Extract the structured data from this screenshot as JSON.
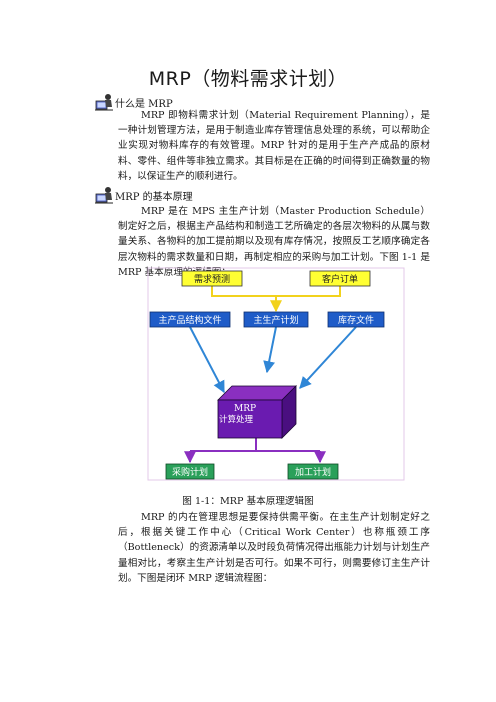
{
  "title": "MRP（物料需求计划）",
  "sections": [
    {
      "heading": "什么是 MRP",
      "text": "MRP 即物料需求计划（Material Requirement Planning），是一种计划管理方法，是用于制造业库存管理信息处理的系统，可以帮助企业实现对物料库存的有效管理。MRP 针对的是用于生产产成品的原材料、零件、组件等非独立需求。其目标是在正确的时间得到正确数量的物料，以保证生产的顺利进行。"
    },
    {
      "heading": "MRP 的基本原理",
      "text": "MRP 是在 MPS 主生产计划（Master Production Schedule）制定好之后，根据主产品结构和制造工艺所确定的各层次物料的从属与数量关系、各物料的加工提前期以及现有库存情况，按照反工艺顺序确定各层次物料的需求数量和日期，再制定相应的采购与加工计划。下图 1-1 是 MRP 基本原理的逻辑图："
    }
  ],
  "diagram": {
    "demand_forecast": "需求预测",
    "customer_order": "客户订单",
    "bom_file": "主产品结构文件",
    "mps": "主生产计划",
    "inventory_file": "库存文件",
    "mrp_title": "MRP",
    "mrp_sub": "计算处理",
    "purchase_plan": "采购计划",
    "processing_plan": "加工计划",
    "colors": {
      "yellow": "#ffff33",
      "blue": "#1f5cc8",
      "purple": "#6a1bb0",
      "purple_dark": "#4a0f80",
      "green": "#2aa05a",
      "arrow_blue": "#2f86d6",
      "arrow_yellow": "#f2d21c",
      "arrow_purple": "#8a2fc0"
    }
  },
  "caption": "图 1-1：MRP 基本原理逻辑图",
  "closing_paragraph": "MRP 的内在管理思想是要保持供需平衡。在主生产计划制定好之后，根据关键工作中心（Critical Work Center）也称瓶颈工序（Bottleneck）的资源清单以及时段负荷情况得出瓶能力计划与计划生产量相对比，考察主生产计划是否可行。如果不可行，则需要修订主生产计划。下图是闭环 MRP 逻辑流程图："
}
